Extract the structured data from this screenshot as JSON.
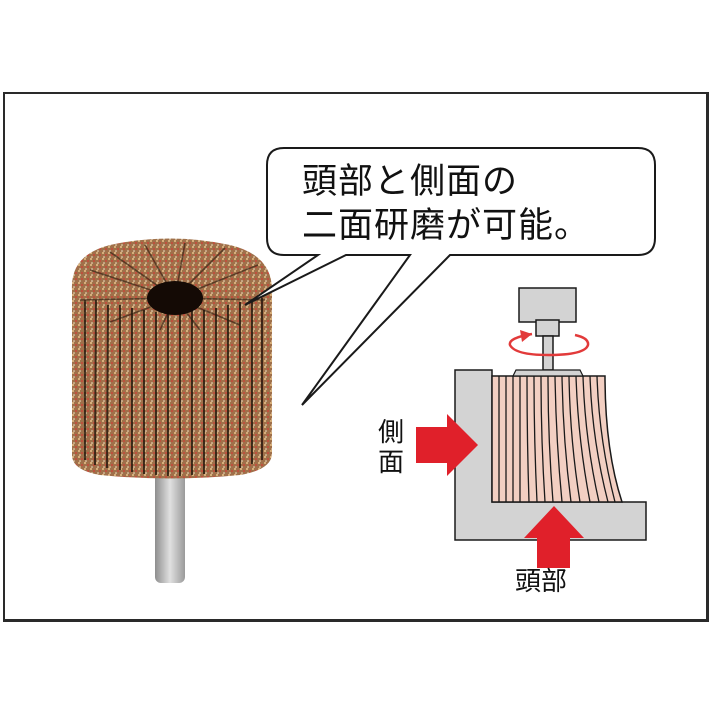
{
  "callout": {
    "line1": "頭部と側面の",
    "line2": "二面研磨が可能。"
  },
  "labels": {
    "side_char1": "側",
    "side_char2": "面",
    "head": "頭部"
  },
  "colors": {
    "arrow_red": "#e0202a",
    "rotation_red": "#e23a3a",
    "workpiece_gray": "#d3d3d3",
    "flap_fill": "#f2cfc2",
    "frame_border": "#2a2a2a",
    "wheel_brown": "#8a5a3a"
  }
}
